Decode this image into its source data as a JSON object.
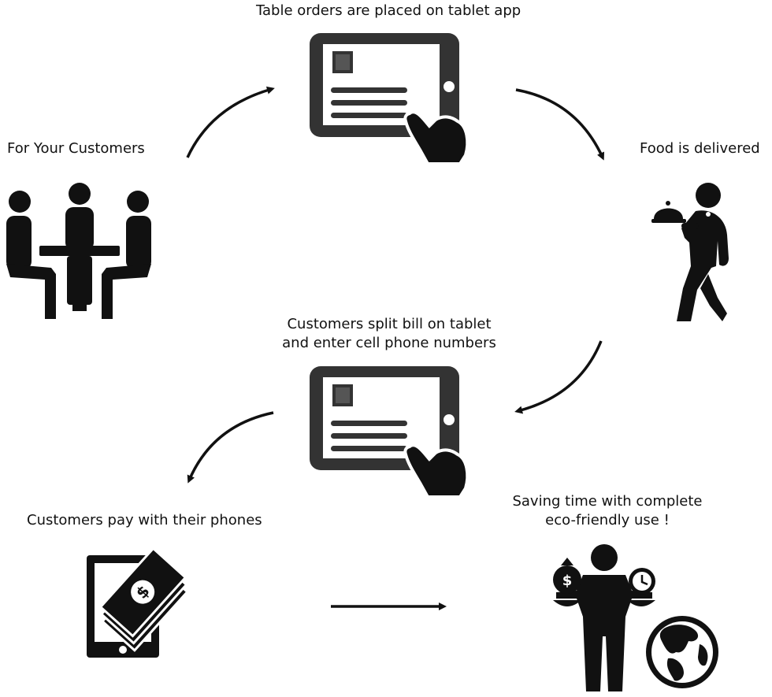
{
  "steps": {
    "customers": "For Your Customers",
    "order": "Table orders are placed on tablet app",
    "delivered": "Food is delivered",
    "split_line1": "Customers split bill on tablet",
    "split_line2": "and enter cell phone numbers",
    "pay": "Customers pay with their phones",
    "saving_line1": "Saving time with complete",
    "saving_line2": "eco-friendly use !"
  },
  "icons": {
    "customers": "people-at-table-icon",
    "order": "tablet-touch-icon",
    "delivered": "waiter-icon",
    "split": "tablet-touch-icon",
    "pay": "phone-money-icon",
    "saving": "person-balance-globe-icon"
  },
  "colors": {
    "ink": "#111111",
    "tablet_body": "#333333",
    "screen": "#ffffff"
  }
}
